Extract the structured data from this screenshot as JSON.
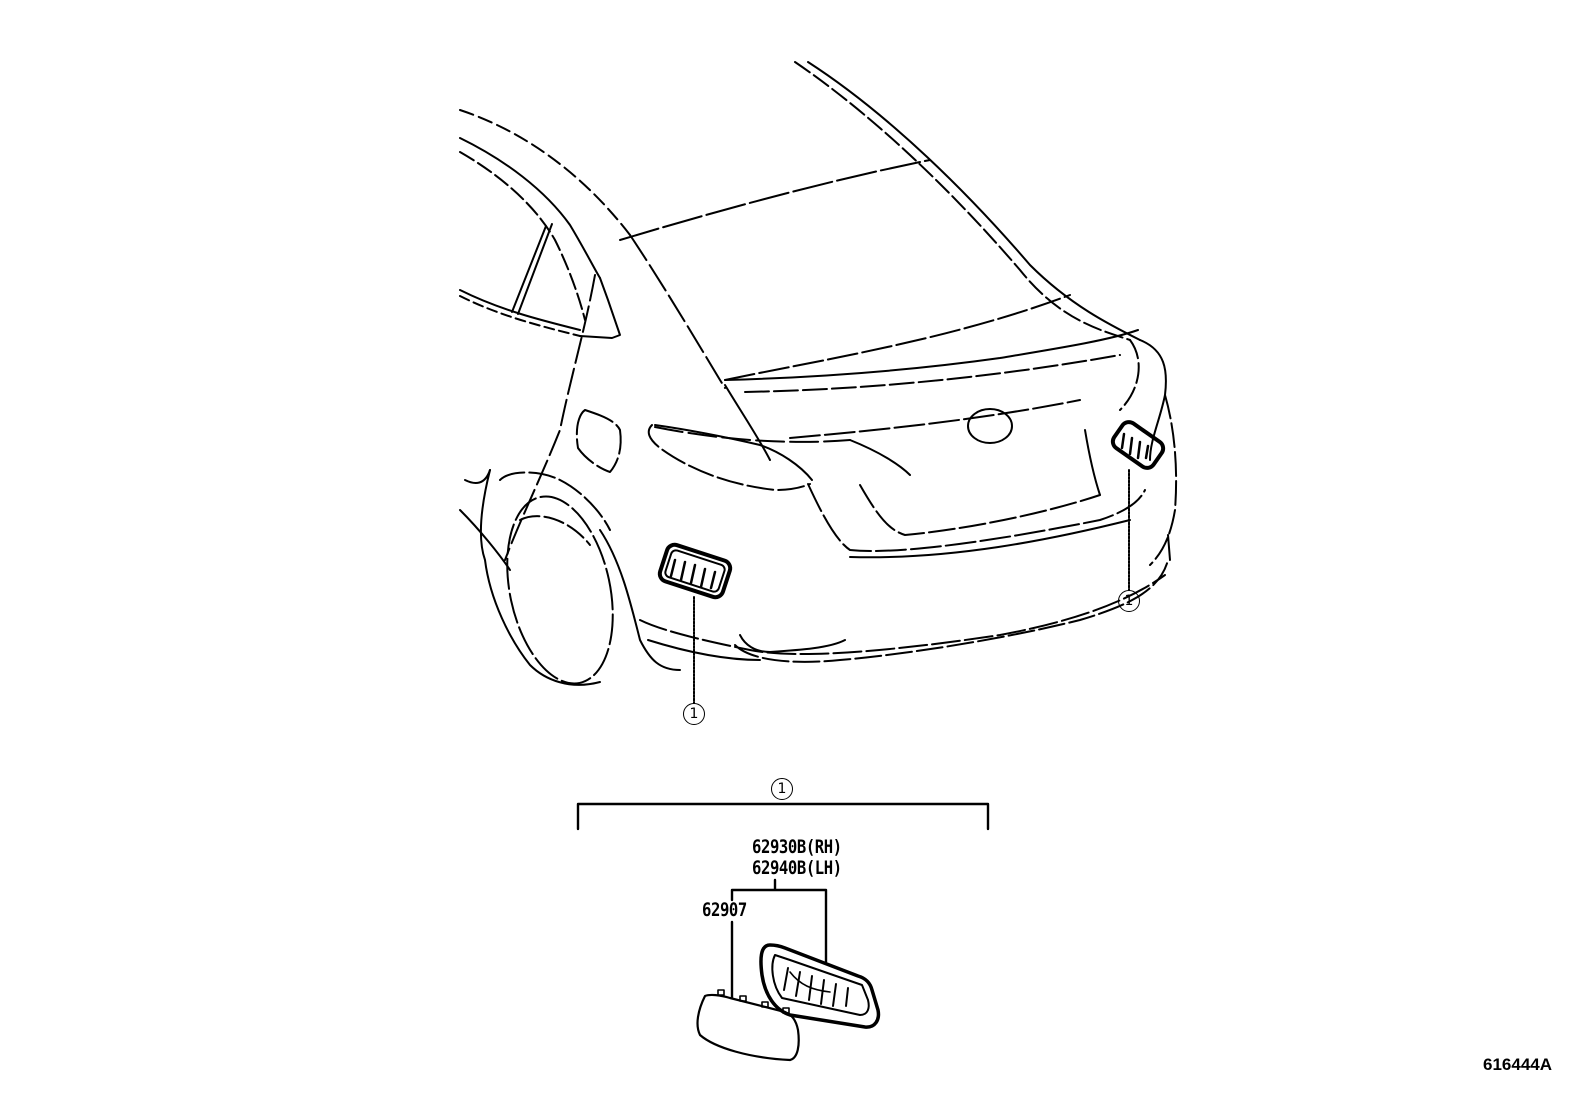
{
  "diagram": {
    "type": "parts-exploded-view",
    "subject": "Rear bumper side air duct / outlet (rear vehicle view)",
    "figure_id": "616444A",
    "callouts": [
      {
        "id": "callout-left",
        "ref": "1"
      },
      {
        "id": "callout-right",
        "ref": "1"
      }
    ],
    "group_bracket": {
      "ref": "1"
    },
    "parts": [
      {
        "number": "62930B(RH)"
      },
      {
        "number": "62940B(LH)"
      },
      {
        "number": "62907"
      }
    ]
  },
  "colors": {
    "line": "#000000",
    "background": "#ffffff"
  }
}
